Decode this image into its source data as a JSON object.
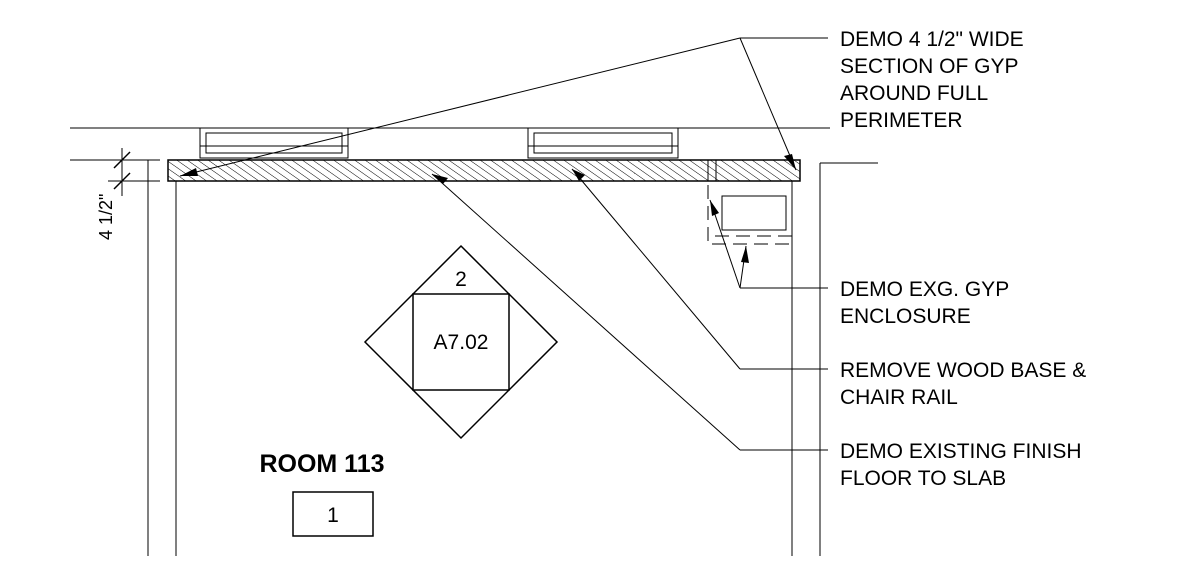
{
  "dimension": {
    "label": "4 1/2\""
  },
  "notes": [
    {
      "lines": [
        "DEMO 4 1/2\" WIDE",
        "SECTION OF GYP",
        "AROUND FULL",
        "PERIMETER"
      ]
    },
    {
      "lines": [
        "DEMO EXG. GYP",
        "ENCLOSURE"
      ]
    },
    {
      "lines": [
        "REMOVE WOOD BASE &",
        "CHAIR RAIL"
      ]
    },
    {
      "lines": [
        "DEMO EXISTING FINISH",
        "FLOOR TO SLAB"
      ]
    }
  ],
  "section_tag": {
    "number": "2",
    "sheet": "A7.02"
  },
  "room": {
    "name": "ROOM 113",
    "number": "1"
  }
}
